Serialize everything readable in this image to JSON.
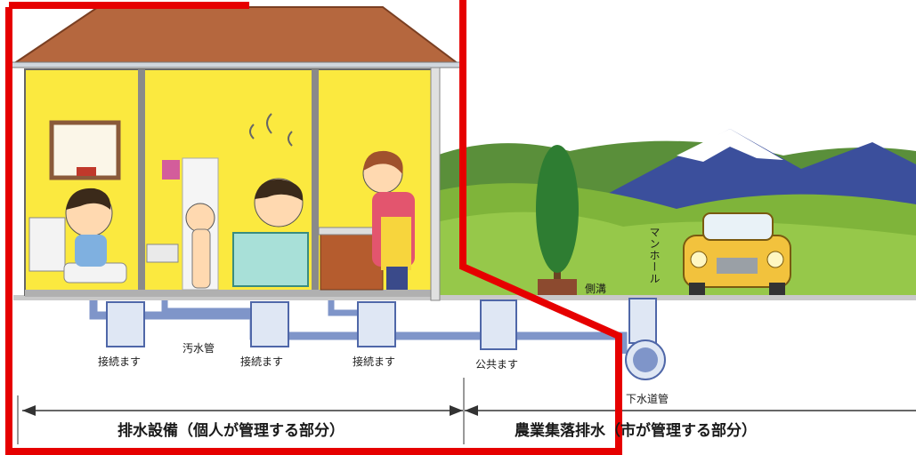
{
  "labels": {
    "setsuzoku_1": "接続ます",
    "osuikan": "汚水管",
    "setsuzoku_2": "接続ます",
    "setsuzoku_3": "接続ます",
    "kokyo": "公共ます",
    "sokko": "側溝",
    "manhole": "マンホール",
    "gesuidokan": "下水道管"
  },
  "captions": {
    "left": "排水設備（個人が管理する部分）",
    "right": "農業集落排水（市が管理する部分）"
  },
  "colors": {
    "boundary": "#e60000",
    "wall": "#fbe93f",
    "roof": "#b5673e",
    "pipe": "#7f95c9",
    "grass": "#7fb43a",
    "car": "#f2c23d"
  }
}
